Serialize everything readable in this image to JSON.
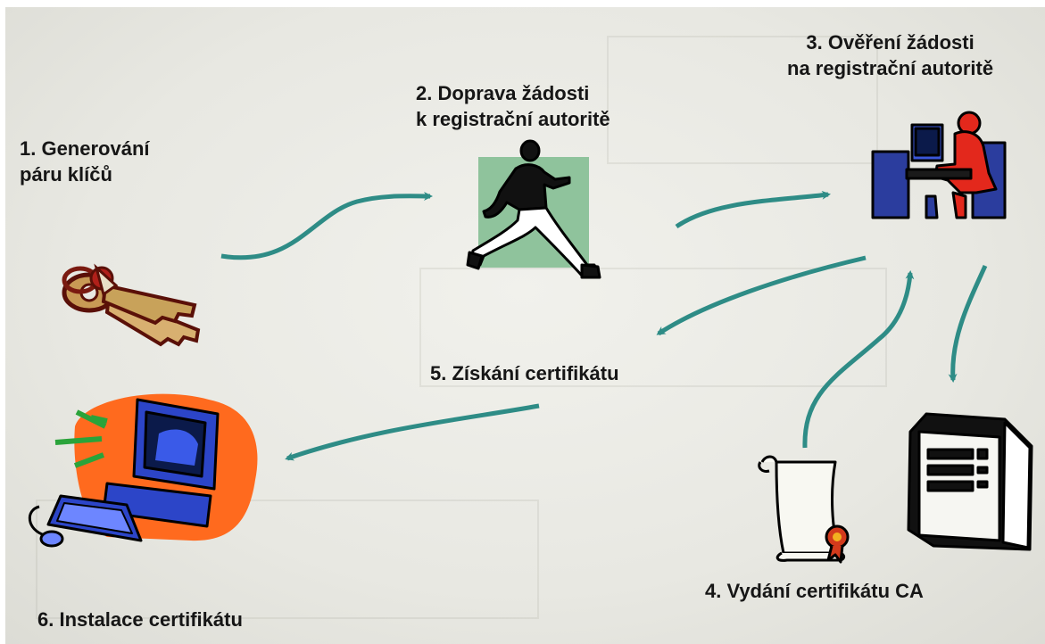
{
  "steps": [
    {
      "id": 1,
      "line1": "1. Generování",
      "line2": "páru klíčů"
    },
    {
      "id": 2,
      "line1": "2. Doprava žádosti",
      "line2": "k registrační autoritě"
    },
    {
      "id": 3,
      "line1": "3. Ověření žádosti",
      "line2": "na registrační autoritě"
    },
    {
      "id": 4,
      "line1": "4. Vydání certifikátu CA",
      "line2": ""
    },
    {
      "id": 5,
      "line1": "5. Získání certifikátu",
      "line2": ""
    },
    {
      "id": 6,
      "line1": "6. Instalace certifikátu",
      "line2": ""
    }
  ],
  "colors": {
    "arrow": "#2e8c86",
    "text": "#161616",
    "key": "#8a1a12",
    "key_fill": "#c8a25a",
    "runner_bg": "#8fc39c",
    "computer_splash": "#ff6a1e",
    "monitor_blue": "#2c45c8",
    "operator_red": "#e3281c"
  },
  "icons": [
    "keys-icon",
    "runner-icon",
    "operator-at-computer-icon",
    "server-tower-icon",
    "certificate-scroll-icon",
    "desktop-computer-icon"
  ]
}
